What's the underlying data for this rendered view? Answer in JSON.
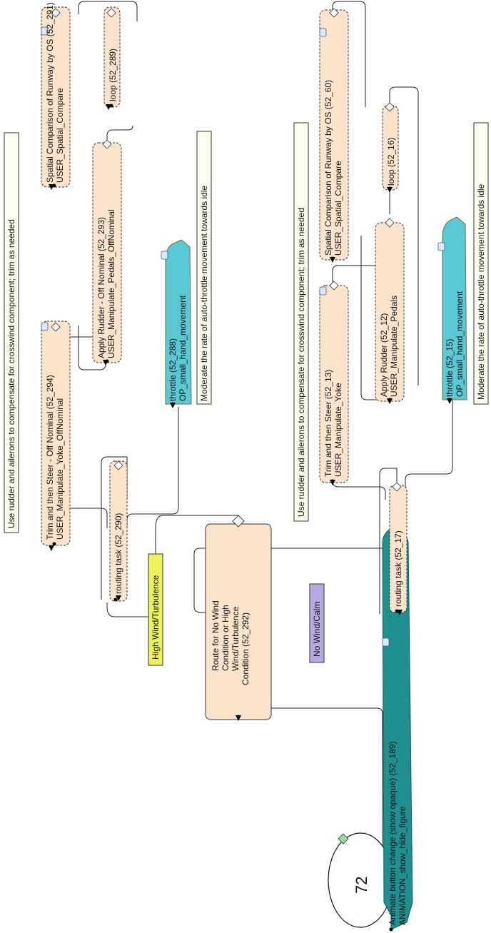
{
  "badge": {
    "number": "72"
  },
  "nodes": {
    "animate": {
      "line1": "Animate button change (show opaque) (52_189)",
      "line2": "ANIMATION_show_hide_figure"
    },
    "route": {
      "lines": [
        "Route for No Wind",
        "Condition or High",
        "Wind/Turbulence",
        "Condition (52_292)"
      ]
    },
    "routing_high": {
      "label": "routing task (52_290)"
    },
    "routing_calm": {
      "label": "routing task (52_17)"
    },
    "trim_off": {
      "line1": "Trim and then Steer - Off Nominal (52_294)",
      "line2": "USER_Manipulate_Yoke_OffNominal"
    },
    "spatial_291": {
      "line1": "Spatial Comparison of Runway by OS (52_291)",
      "line2": "USER_Spatial_Compare"
    },
    "rudder_off": {
      "line1": "Apply Rudder - Off Nominal (52_293)",
      "line2": "USER_Manipulate_Pedals_OffNominal"
    },
    "loop_289": {
      "label": "loop (52_289)"
    },
    "throttle_288": {
      "line1": "throttle (52_288)",
      "line2": "OP_small_hand_movement"
    },
    "trim_13": {
      "line1": "Trim and then Steer (52_13)",
      "line2": "USER_Manipulate_Yoke"
    },
    "spatial_60": {
      "line1": "Spatial Comparison of Runway by OS (52_60)",
      "line2": "USER_Spatial_Compare"
    },
    "rudder_12": {
      "line1": "Apply Rudder (52_12)",
      "line2": "USER_Manipulate_Pedals"
    },
    "loop_16": {
      "label": "loop (52_16)"
    },
    "throttle_15": {
      "line1": "throttle (52_15)",
      "line2": "OP_small_hand_movement"
    }
  },
  "notes": {
    "crosswind_high": "Use rudder and ailerons to compensate for crosswind component; trim as needed",
    "crosswind_calm": "Use rudder and ailerons to compensate for crosswind component; trim as needed",
    "idle_high": "Moderate the rate of auto-throttle movement towards idle",
    "idle_calm": "Moderate the rate of auto-throttle movement towards idle"
  },
  "branch_labels": {
    "high": "High Wind/Turbulence",
    "calm": "No Wind/Calm"
  },
  "colors": {
    "task_fill": "#fbe3cc",
    "throttle_fill": "#5bc8d6",
    "animate_fill": "#1f8f8f",
    "high_label_fill": "#eef25a",
    "calm_label_fill": "#b9a8e6",
    "note_fill": "#fffff0"
  },
  "icons": [
    "model-icon",
    "link-icon"
  ]
}
